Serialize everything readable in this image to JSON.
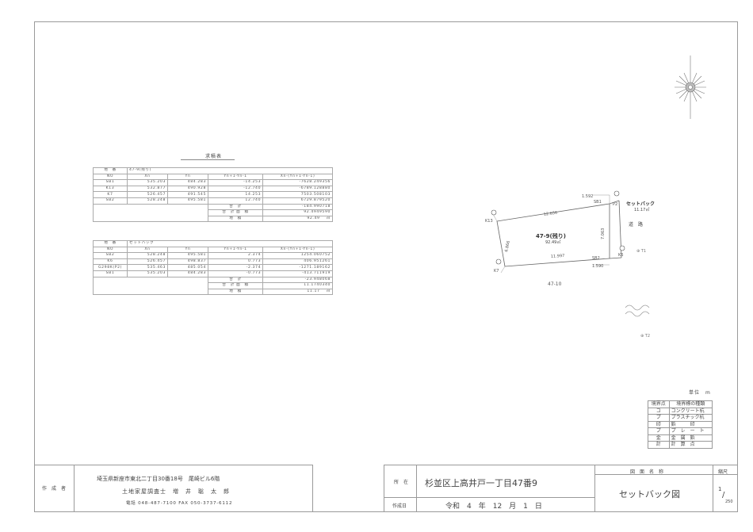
{
  "coord_title": "求積表",
  "table1": {
    "label_lot": "地　番",
    "lot": "47-9(残り)",
    "headers": [
      "NO",
      "Xn",
      "Yn",
      "Yn+1-Yn-1",
      "Xn-(Yn+1-Yn-1)"
    ],
    "rows": [
      [
        "SB1",
        "535.203",
        "484.283",
        "-14.253",
        "-7628.249356"
      ],
      [
        "K13",
        "532.877",
        "490.928",
        "-12.740",
        "-6789.128880"
      ],
      [
        "K7",
        "526.457",
        "491.545",
        "14.253",
        "7503.508103"
      ],
      [
        "SB2",
        "528.248",
        "495.581",
        "12.740",
        "6729.879520"
      ]
    ],
    "sum_label": "合　計",
    "sum_value": "-184.990718",
    "sum_prefix": "合　計",
    "area_label": "面　積",
    "area_value": "92.4949590",
    "lot_area_label": "地　積",
    "lot_area_value": "92.49",
    "lot_area_unit": "㎡"
  },
  "table2": {
    "label_lot": "地　番",
    "lot": "セットバック",
    "headers": [
      "NO",
      "Xn",
      "Yn",
      "Yn+1-Yn-1",
      "Xn-(Yn+1-Yn-1)"
    ],
    "rows": [
      [
        "SB2",
        "528.248",
        "495.581",
        "2.374",
        "1254.060752"
      ],
      [
        "K6",
        "526.457",
        "498.837",
        "0.773",
        "406.951261"
      ],
      [
        "G298K(P2)",
        "535.463",
        "485.054",
        "-2.374",
        "-1271.189162"
      ],
      [
        "SB1",
        "535.203",
        "484.283",
        "-0.773",
        "-413.711919"
      ]
    ],
    "sum_label": "合　計",
    "sum_value": "-23.948068",
    "sum_prefix": "合　計",
    "area_label": "面　積",
    "area_value": "11.1740340",
    "lot_area_label": "地　積",
    "lot_area_value": "11.17",
    "lot_area_unit": "㎡"
  },
  "survey": {
    "setback_title": "セットバック",
    "setback_area": "11.17㎡",
    "road": "道　路",
    "main_lot": "47-9(残り)",
    "main_area": "92.49㎡",
    "neighbor_lot": "47-10",
    "pt_k13": "K13",
    "pt_k7": "K7",
    "pt_p2": "P2",
    "pt_k6": "K6",
    "pt_sb1": "SB1",
    "pt_sb2": "SB2",
    "pt_t1": "T1",
    "pt_t2": "T2",
    "dim_top": "12.656",
    "dim_bottom": "11.997",
    "dim_left": "6.866",
    "dim_right": "7.063",
    "dim_sb1": "1.592",
    "dim_sb2": "1.590"
  },
  "unit_label": "単位　m",
  "legend": {
    "headers": [
      "境界点",
      "境界標の種類"
    ],
    "rows": [
      [
        "コ",
        "コンクリート杭"
      ],
      [
        "プ",
        "プラスチック杭"
      ],
      [
        "印",
        "鋲　　　印"
      ],
      [
        "プ",
        "プ　レ　ー　ト"
      ],
      [
        "金",
        "金　属　鋲"
      ],
      [
        "計",
        "計　算　点"
      ]
    ]
  },
  "title_block": {
    "author_label": "作　成　者",
    "address": "埼玉県新座市東北二丁目30番18号　尾崎ビル6階",
    "surveyor": "土地家屋調査士　増　井　聡　太　郎",
    "contact": "電話 048-487-7100  FAX 050-3737-6112",
    "location_label": "所　在",
    "location": "杉並区上高井戸一丁目47番9",
    "date_label": "作成日",
    "date": "令和　4　年　12　月　1　日",
    "drawing_name_label": "図　面　名　称",
    "drawing_name": "セットバック図",
    "scale_label": "縮尺",
    "scale_num": "1",
    "scale_den": "250"
  }
}
